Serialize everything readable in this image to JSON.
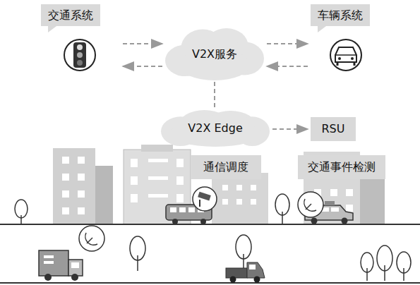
{
  "diagram": {
    "nodes": [
      {
        "text": [
          "交通系统"
        ]
      },
      {
        "text": [
          "V2X服务"
        ]
      },
      {
        "text": [
          "车辆系统"
        ]
      },
      {
        "text": [
          "V2X Edge"
        ]
      },
      {
        "text": [
          "RSU"
        ]
      },
      {
        "text": [
          "通信调度"
        ]
      },
      {
        "text": [
          "交通事件检测"
        ]
      }
    ],
    "edges": [
      {
        "from": 0,
        "to": 1,
        "arrow": "to"
      },
      {
        "from": 1,
        "to": 0,
        "arrow": "to"
      },
      {
        "from": 1,
        "to": 2,
        "arrow": "to"
      },
      {
        "from": 2,
        "to": 1,
        "arrow": "to"
      },
      {
        "from": 1,
        "to": 3,
        "arrow": "none"
      },
      {
        "from": 3,
        "to": 4,
        "arrow": "to"
      }
    ]
  }
}
